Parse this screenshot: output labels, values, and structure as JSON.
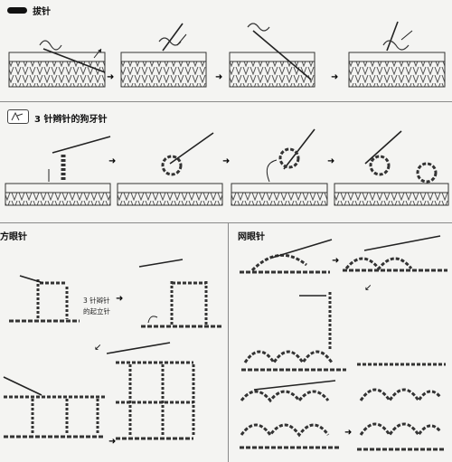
{
  "sections": {
    "s1": {
      "title": "拔针"
    },
    "s2": {
      "title": "3 针辫针的狗牙针"
    },
    "s3": {
      "title": "方眼针",
      "note1": "3 针辫针",
      "note2": "的起立针"
    },
    "s4": {
      "title": "网眼针"
    }
  },
  "icons": {
    "s1": "oval-bullet-icon",
    "s2": "folded-hand-icon",
    "arrow": "arrow-right-icon"
  },
  "colors": {
    "ink": "#222222",
    "fabric": "#9a9a9a",
    "hook": "#444444",
    "background": "#f4f4f2"
  }
}
